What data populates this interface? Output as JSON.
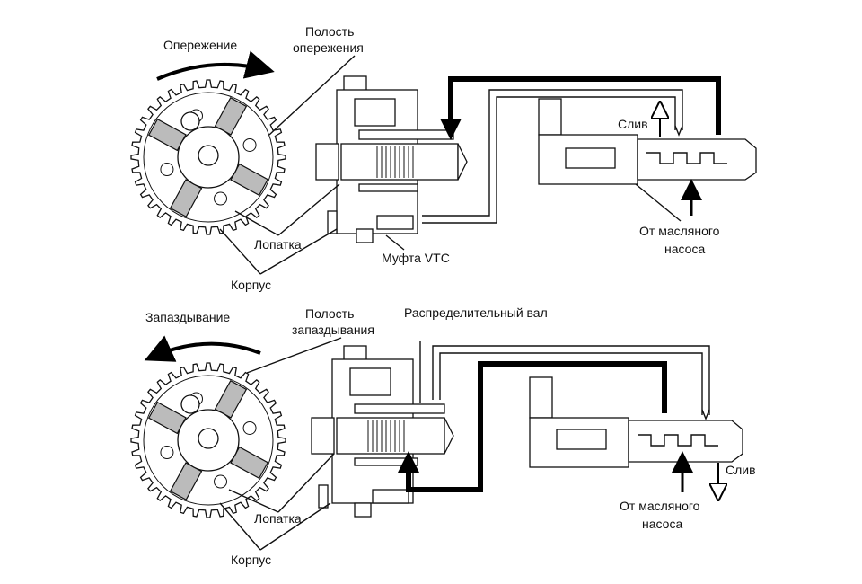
{
  "top_panel": {
    "direction_label": "Опережение",
    "chamber_label_line1": "Полость",
    "chamber_label_line2": "опережения",
    "vane_label": "Лопатка",
    "housing_label": "Корпус",
    "vtc_label": "Муфта VTC",
    "drain_label": "Слив",
    "pump_label_line1": "От масляного",
    "pump_label_line2": "насоса"
  },
  "bottom_panel": {
    "direction_label": "Запаздывание",
    "chamber_label_line1": "Полость",
    "chamber_label_line2": "запаздывания",
    "camshaft_label": "Распределительный вал",
    "vane_label": "Лопатка",
    "housing_label": "Корпус",
    "drain_label": "Слив",
    "pump_label_line1": "От масляного",
    "pump_label_line2": "насоса"
  }
}
